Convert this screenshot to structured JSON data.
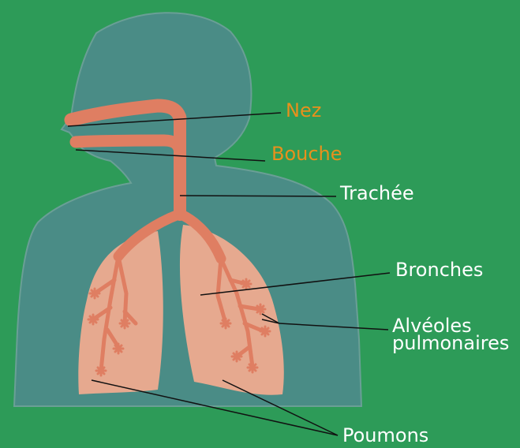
{
  "colors": {
    "background": "#2d9b58",
    "body": "#4a8c86",
    "body_outline": "#6a9f96",
    "lungs": "#e6a98f",
    "airways": "#df7e62",
    "label_orange": "#e8901c",
    "label_white": "#ffffff",
    "leader_line": "#111111"
  },
  "labels": {
    "nez": "Nez",
    "bouche": "Bouche",
    "trachee": "Trachée",
    "bronches": "Bronches",
    "alveoles_line1": "Alvéoles",
    "alveoles_line2": "pulmonaires",
    "poumons": "Poumons"
  }
}
